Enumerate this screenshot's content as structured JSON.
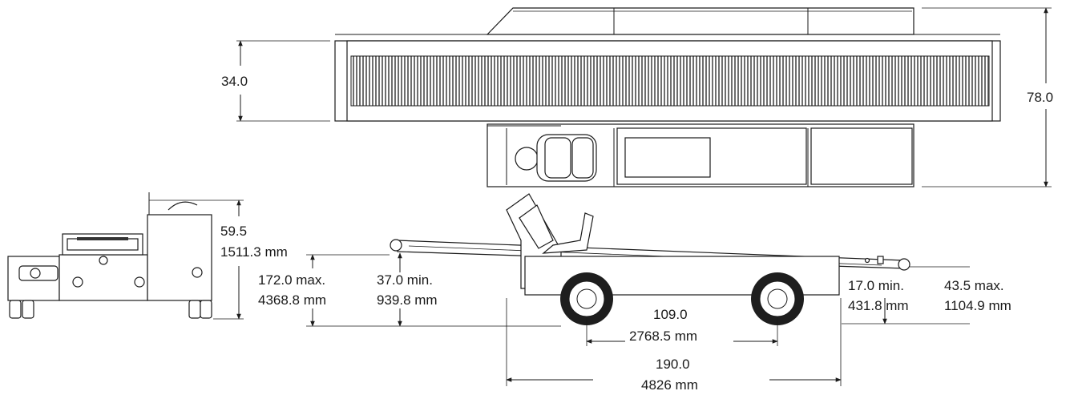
{
  "drawing": {
    "top_view": {
      "belt_width": "34.0",
      "overall_width": "78.0"
    },
    "end_view": {
      "height_in": "59.5",
      "height_mm": "1511.3 mm"
    },
    "side_view": {
      "rear_max_in": "172.0 max.",
      "rear_max_mm": "4368.8 mm",
      "rear_min_in": "37.0 min.",
      "rear_min_mm": "939.8 mm",
      "front_min_in": "17.0 min.",
      "front_min_mm": "431.8 mm",
      "front_max_in": "43.5 max.",
      "front_max_mm": "1104.9 mm",
      "wheelbase_in": "109.0",
      "wheelbase_mm": "2768.5 mm",
      "overall_length_in": "190.0",
      "overall_length_mm": "4826 mm"
    }
  }
}
